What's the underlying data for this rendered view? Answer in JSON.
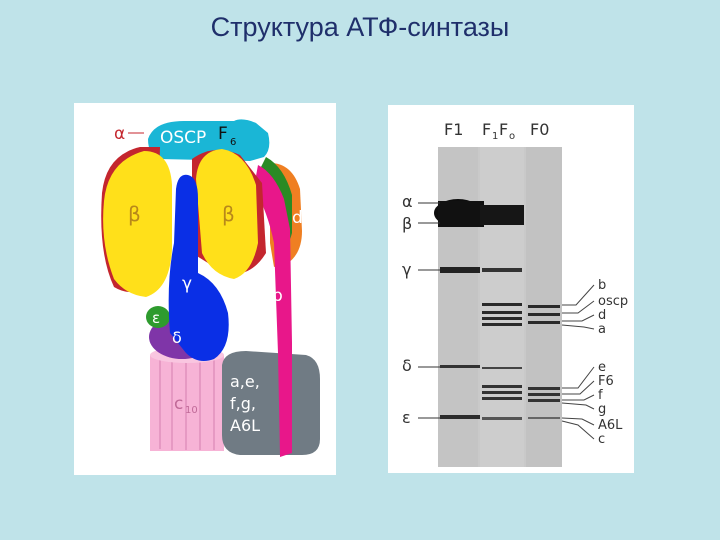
{
  "title": "Структура АТФ-синтазы",
  "model": {
    "labels": {
      "alpha": "α",
      "oscp": "OSCP",
      "f6_base": "F",
      "f6_sub": "6",
      "beta_left": "β",
      "beta_right": "β",
      "gamma": "γ",
      "d": "d",
      "b": "b",
      "epsilon": "ε",
      "delta": "δ",
      "c_base": "c",
      "c_sub": "10",
      "stator_line1": "a,e,",
      "stator_line2": "f,g,",
      "stator_line3": "A6L"
    },
    "colors": {
      "beta": "#ffe01a",
      "alpha": "#c4262e",
      "gamma": "#0a2fe6",
      "oscp": "#1ab6d6",
      "stalk_b": "#e8178a",
      "stalk_d": "#ef7f22",
      "f6": "#2a8a24",
      "epsilon": "#2e9b2e",
      "delta": "#7f35a8",
      "c_ring": "#f7b3d6",
      "stator": "#707b84"
    }
  },
  "gel": {
    "lane_headers": {
      "f1": "F1",
      "f1f0_part1": "F",
      "f1f0_sub1": "1",
      "f1f0_part2": "F",
      "f1f0_sub2": "o",
      "f0": "F0"
    },
    "left_labels": {
      "alpha": "α",
      "beta": "β",
      "gamma": "γ",
      "delta": "δ",
      "epsilon": "ε"
    },
    "right_labels": {
      "b": "b",
      "oscp": "oscp",
      "d": "d",
      "a": "a",
      "e": "e",
      "f6": "F6",
      "f": "f",
      "g": "g",
      "a6l": "A6L",
      "c": "c"
    }
  }
}
